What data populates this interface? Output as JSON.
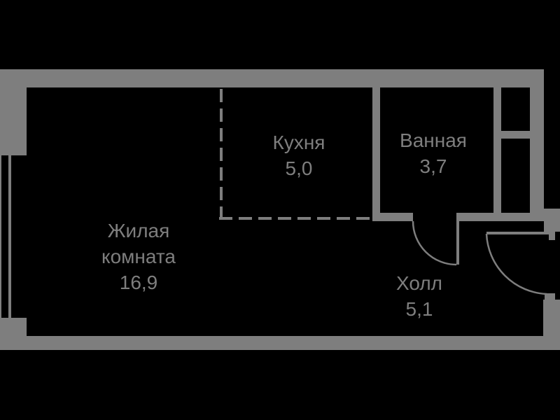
{
  "plan": {
    "background_color": "#000000",
    "wall_color": "#7e7e7e",
    "text_color": "#7e7e7e",
    "rooms": {
      "living": {
        "label_line1": "Жилая",
        "label_line2": "комната",
        "area": "16,9"
      },
      "kitchen": {
        "label": "Кухня",
        "area": "5,0"
      },
      "bathroom": {
        "label": "Ванная",
        "area": "3,7"
      },
      "hall": {
        "label": "Холл",
        "area": "5,1"
      }
    }
  }
}
